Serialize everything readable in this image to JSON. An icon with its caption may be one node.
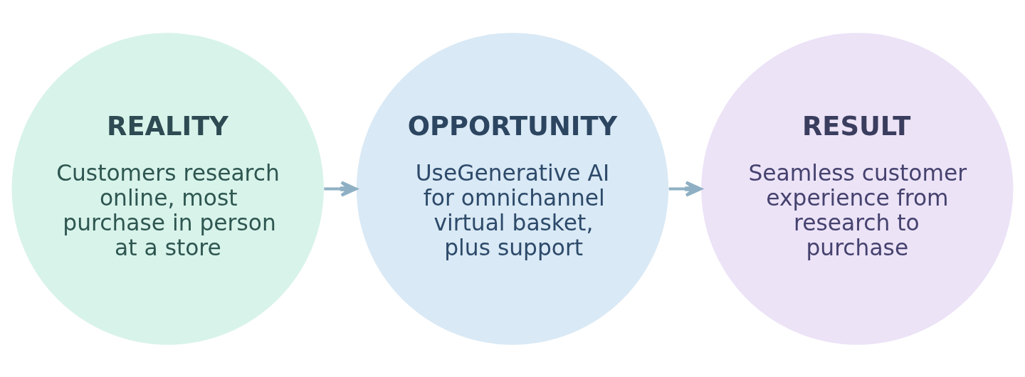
{
  "diagram": {
    "nodes": [
      {
        "text": [
          "REALITY",
          "Customers research online, most purchase in person at a store"
        ]
      },
      {
        "text": [
          "OPPORTUNITY",
          "UseGenerative AI for omnichannel virtual basket, plus support"
        ]
      },
      {
        "text": [
          "RESULT",
          "Seamless customer experience from research to purchase"
        ]
      }
    ],
    "edges": [
      {
        "from": 0,
        "to": 1,
        "arrow": "to"
      },
      {
        "from": 1,
        "to": 2,
        "arrow": "to"
      }
    ]
  }
}
